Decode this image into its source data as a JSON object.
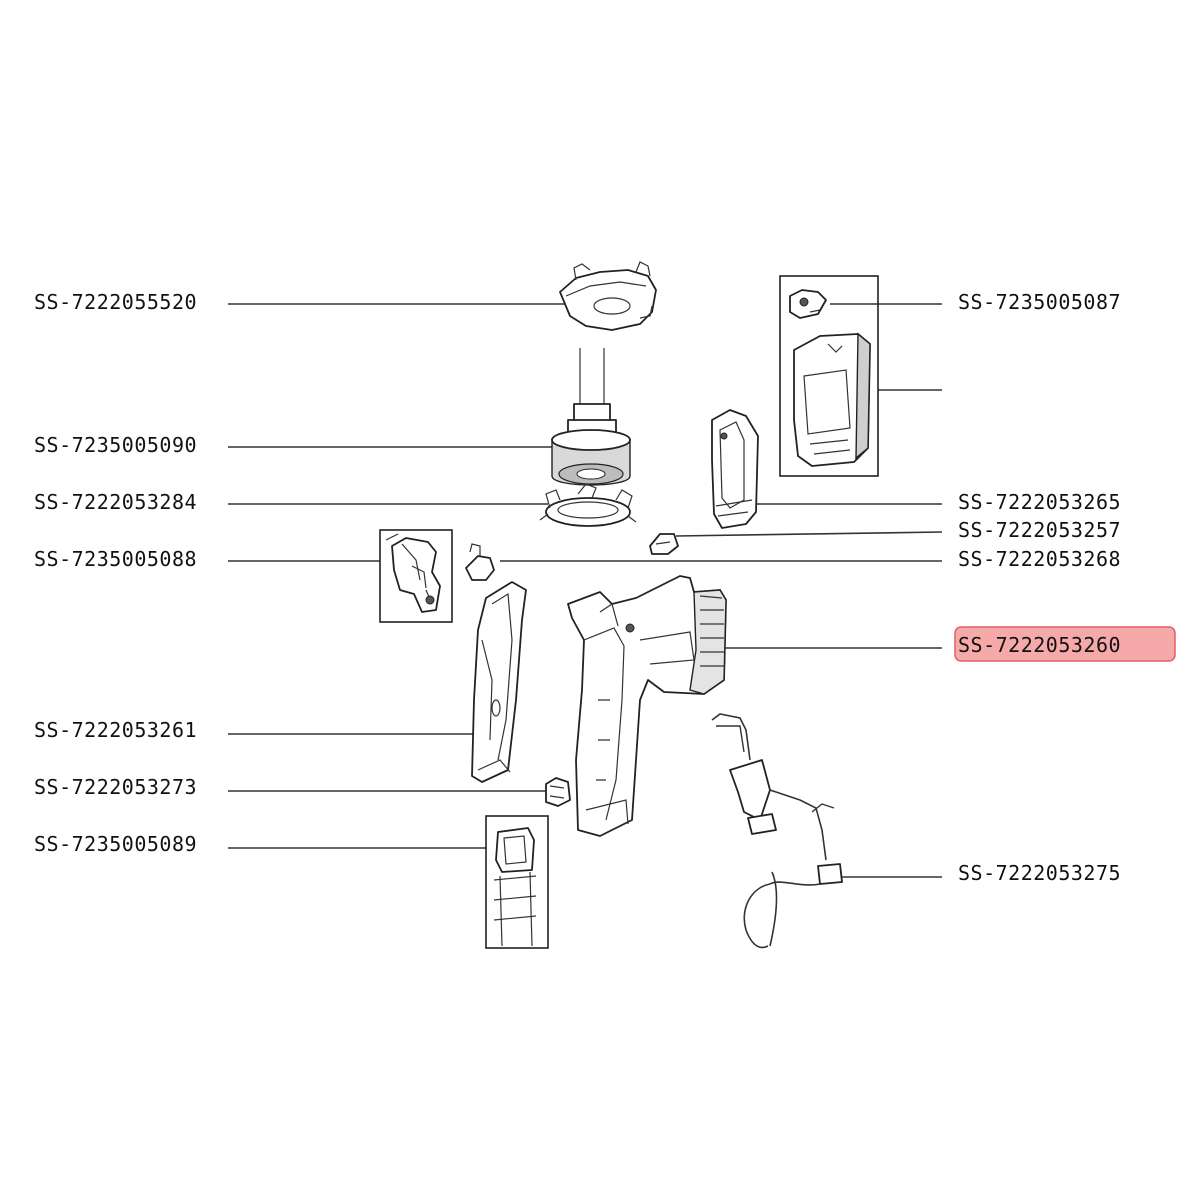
{
  "diagram": {
    "highlight_color": "#f6a9a9",
    "highlight_border": "#e06060",
    "labels": {
      "p1": "SS-7222055520",
      "p2": "SS-7235005090",
      "p3": "SS-7222053284",
      "p4": "SS-7235005088",
      "p5": "SS-7222053261",
      "p6": "SS-7222053273",
      "p7": "SS-7235005089",
      "p8": "SS-7235005087",
      "p9": "SS-7222053265",
      "p10": "SS-7222053257",
      "p11": "SS-7222053268",
      "p12": "SS-7222053260",
      "p13": "SS-7222053275"
    },
    "highlighted": "SS-7222053260"
  }
}
